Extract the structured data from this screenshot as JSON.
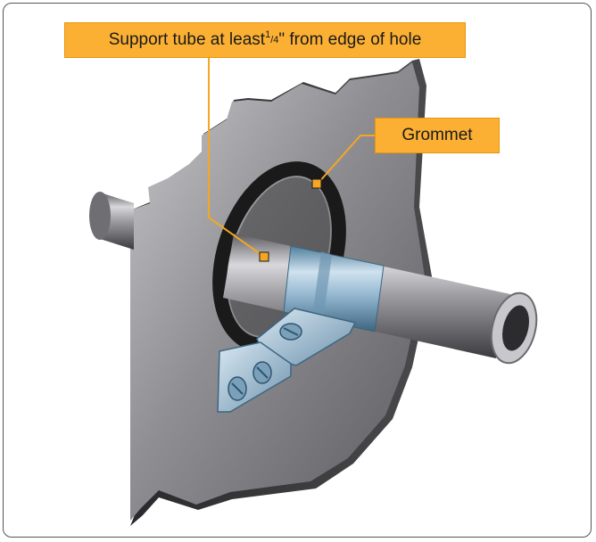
{
  "callouts": {
    "support_tube_pre": "Support tube at least ",
    "support_tube_num": "1",
    "support_tube_den": "4",
    "support_tube_post": "\" from edge of hole",
    "grommet": "Grommet"
  },
  "colors": {
    "callout_fill": "#fbb034",
    "callout_border": "#e8940c",
    "leader_line": "#f5a623",
    "panel_gray": "#8a8a8c",
    "tube_gray": "#9a9a9e",
    "grommet_black": "#1a1a1a",
    "clamp_blue": "#9fc0d8"
  }
}
